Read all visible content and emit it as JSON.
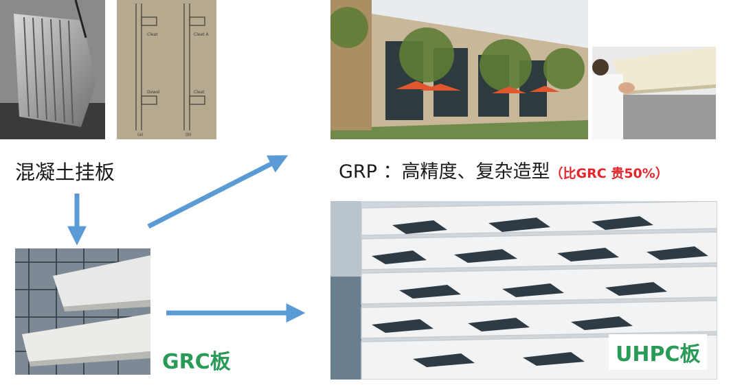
{
  "labels": {
    "concrete_panel": "混凝土挂板",
    "grp_main": "GRP ：高精度、复杂造型",
    "grp_note": "（比GRC 贵50%）",
    "grc_panel": "GRC板",
    "uhpc_panel": "UHPC板"
  },
  "drawing_labels": {
    "top_left": "Cleat",
    "top_right": "Cleat A",
    "bottom_left": "Dowel",
    "bottom_right": "Cleat",
    "fig_left": "(a)",
    "fig_right": "(b)"
  },
  "colors": {
    "arrow": "#5b9bd5",
    "green_label": "#2a9a57",
    "red_note": "#e3262b"
  }
}
